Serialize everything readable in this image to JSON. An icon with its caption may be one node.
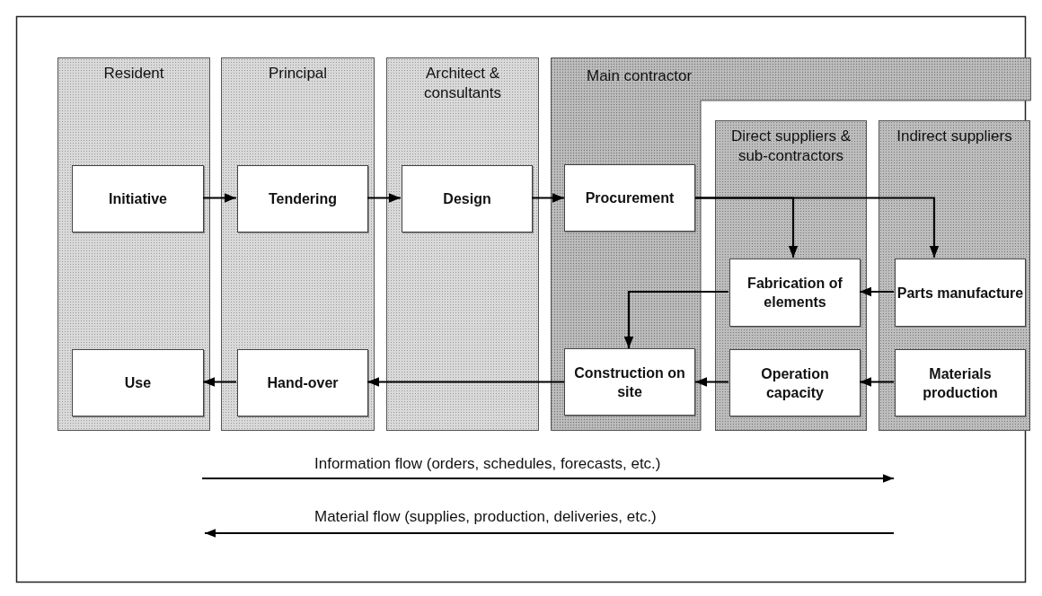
{
  "diagram": {
    "nodes": [
      {
        "text": [
          "Resident"
        ]
      },
      {
        "text": [
          "Initiative"
        ],
        "in": 0
      },
      {
        "text": [
          "Use"
        ],
        "in": 0
      },
      {
        "text": [
          "Principal"
        ]
      },
      {
        "text": [
          "Tendering"
        ],
        "in": 3
      },
      {
        "text": [
          "Hand-over"
        ],
        "in": 3
      },
      {
        "text": [
          "Architect & consultants"
        ]
      },
      {
        "text": [
          "Design"
        ],
        "in": 6
      },
      {
        "text": [
          "Main contractor"
        ]
      },
      {
        "text": [
          "Procurement"
        ],
        "in": 8
      },
      {
        "text": [
          "Construction on site"
        ],
        "in": 8
      },
      {
        "text": [
          "Direct suppliers & sub-contractors"
        ]
      },
      {
        "text": [
          "Fabrication of elements"
        ],
        "in": 11
      },
      {
        "text": [
          "Operation capacity"
        ],
        "in": 11
      },
      {
        "text": [
          "Indirect suppliers"
        ]
      },
      {
        "text": [
          "Parts manufacture"
        ],
        "in": 14
      },
      {
        "text": [
          "Materials production"
        ],
        "in": 14
      }
    ],
    "edges": [
      {
        "from": 1,
        "to": 4,
        "arrow": "to"
      },
      {
        "from": 4,
        "to": 7,
        "arrow": "to"
      },
      {
        "from": 7,
        "to": 9,
        "arrow": "to"
      },
      {
        "from": 9,
        "to": 12,
        "arrow": "to"
      },
      {
        "from": 9,
        "to": 15,
        "arrow": "to"
      },
      {
        "from": 15,
        "to": 12,
        "arrow": "to"
      },
      {
        "from": 12,
        "to": 10,
        "arrow": "to"
      },
      {
        "from": 16,
        "to": 13,
        "arrow": "to"
      },
      {
        "from": 13,
        "to": 10,
        "arrow": "to"
      },
      {
        "from": 10,
        "to": 5,
        "arrow": "to"
      },
      {
        "from": 5,
        "to": 2,
        "arrow": "to"
      }
    ],
    "labels": [
      "Information flow (orders, schedules, forecasts, etc.)",
      "Material flow (supplies, production, deliveries, etc.)"
    ]
  }
}
